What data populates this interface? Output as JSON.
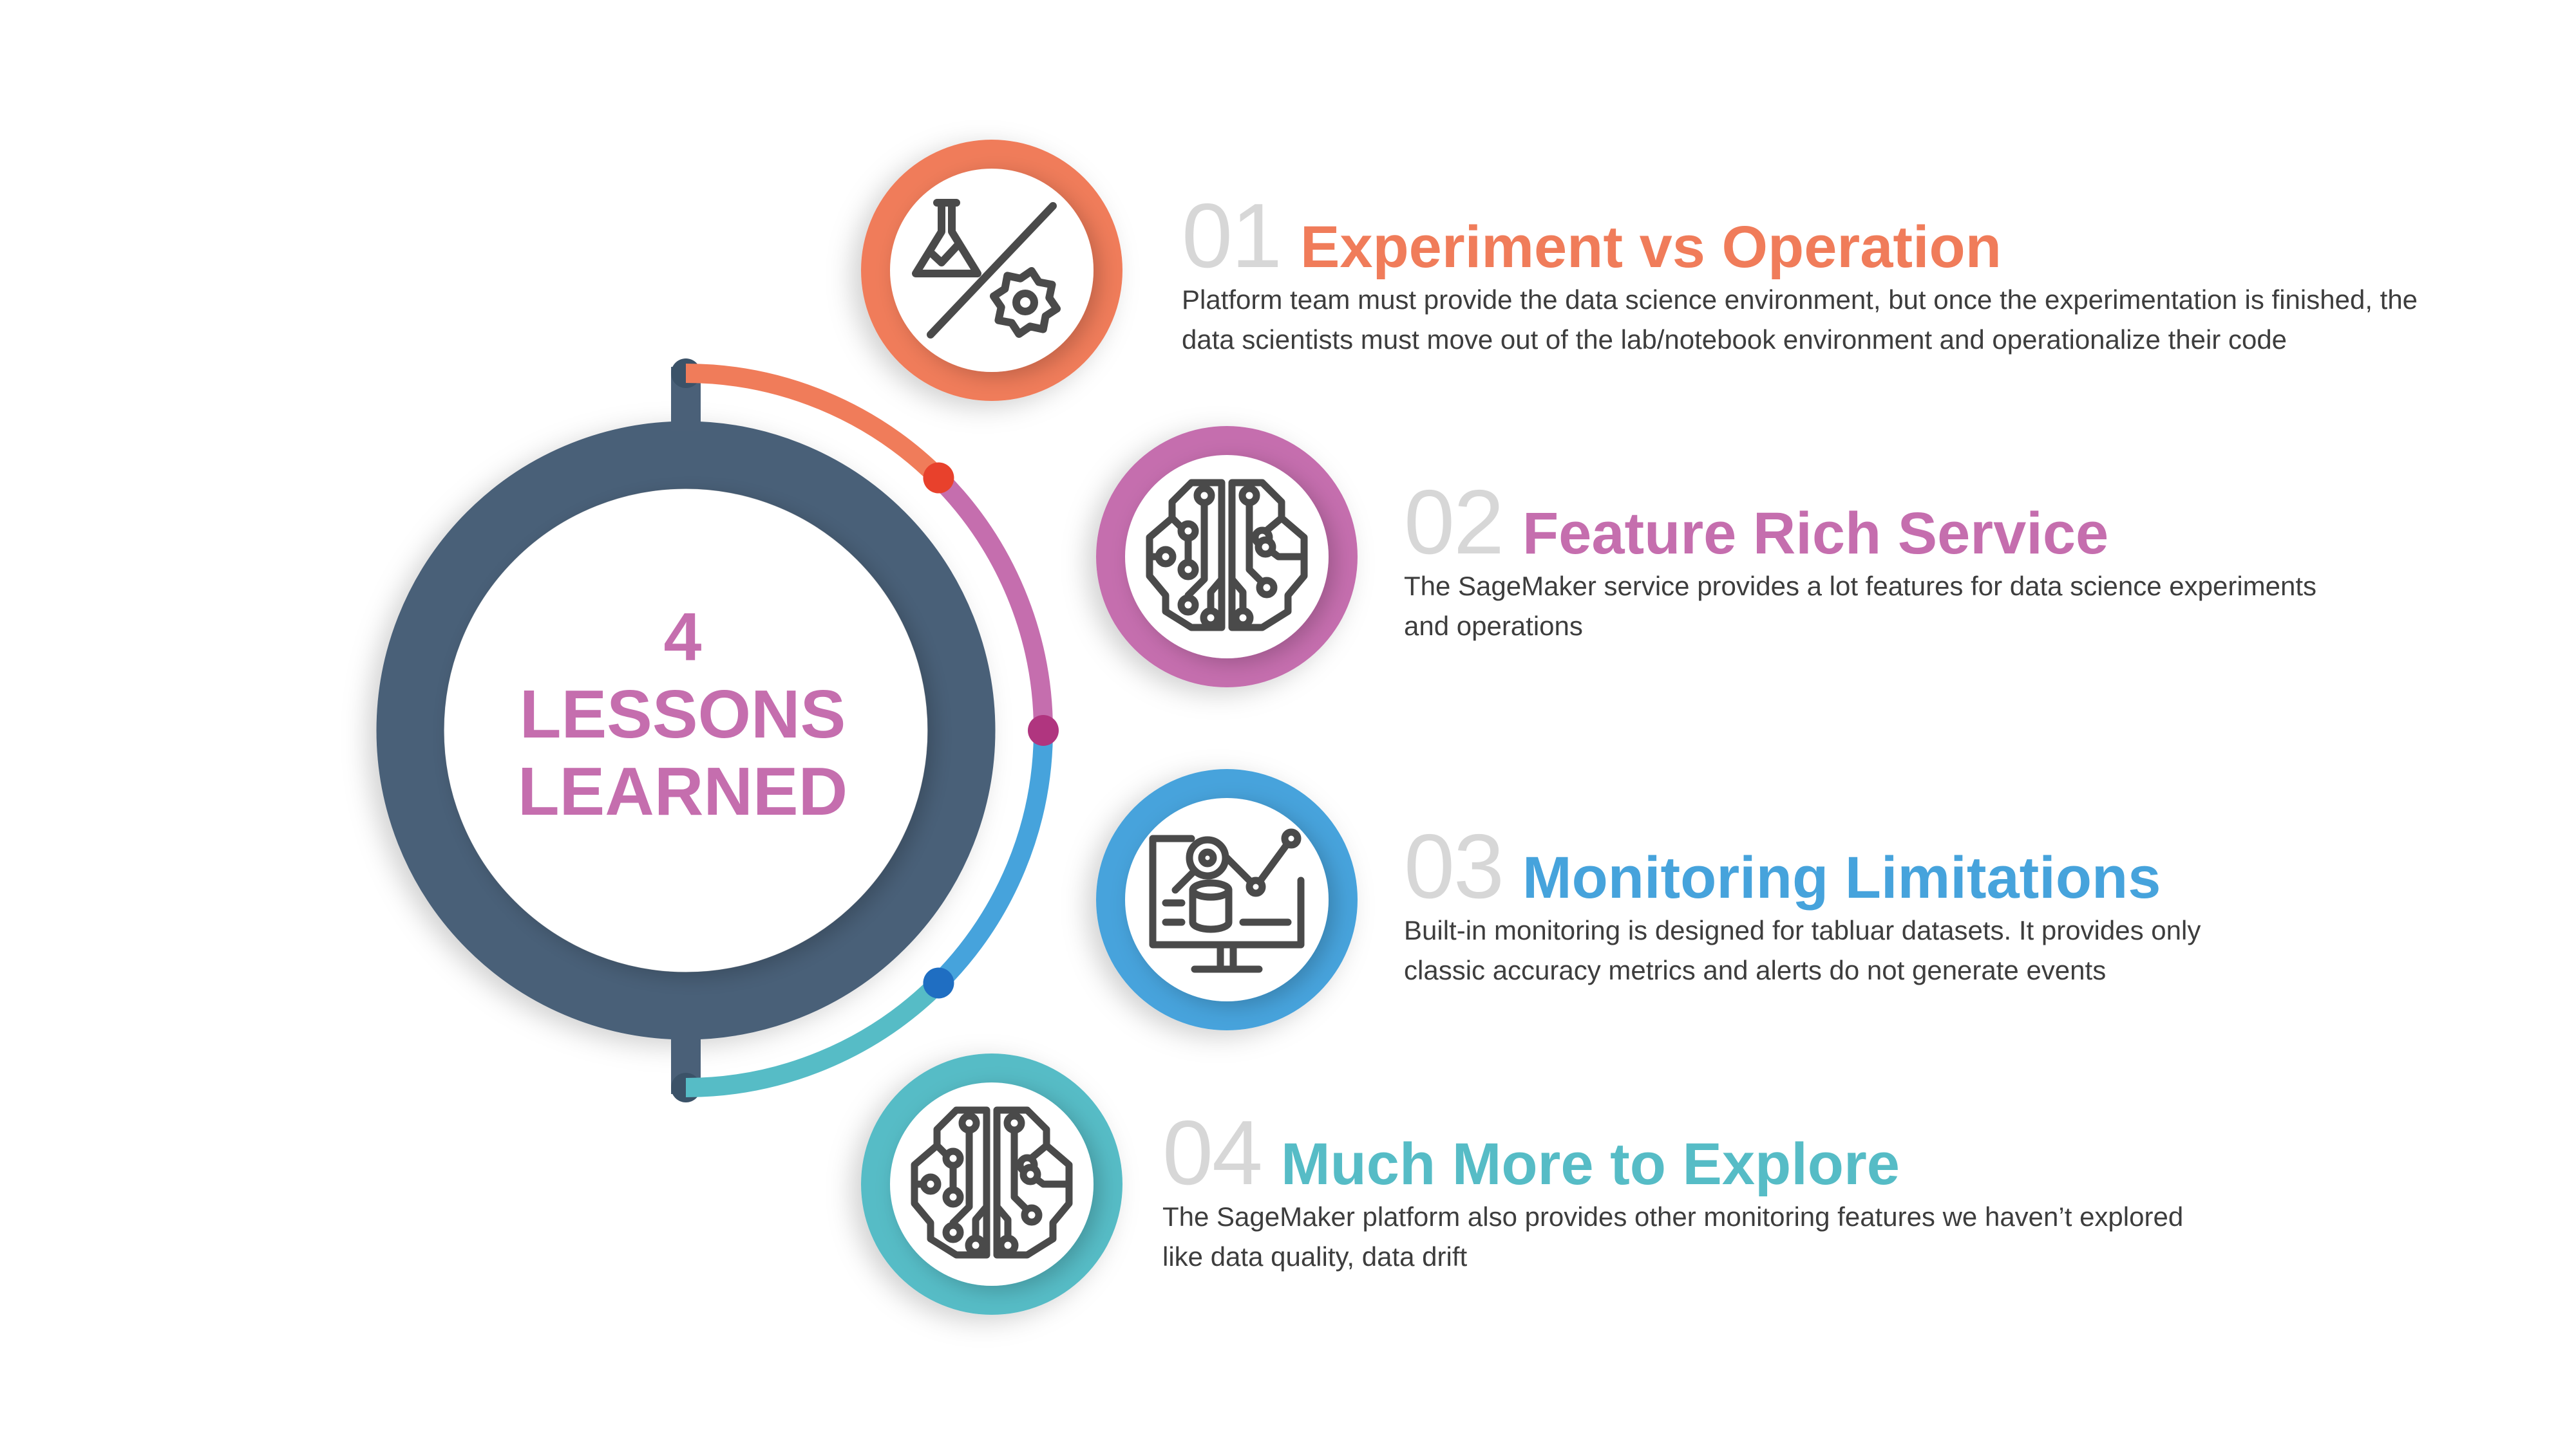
{
  "center": {
    "line1": "4",
    "line2": "LESSONS",
    "line3": "LEARNED"
  },
  "items": [
    {
      "number": "01",
      "title": "Experiment vs Operation",
      "description": "Platform team must provide the data science environment, but once the experimentation is finished, the data scientists must move out of the lab/notebook environment and operationalize their code",
      "color": "#f07c5a",
      "icon": "flask-gear-icon"
    },
    {
      "number": "02",
      "title": "Feature Rich Service",
      "description": "The SageMaker service provides a lot features for data science experiments and operations",
      "color": "#c56eae",
      "icon": "circuit-brain-icon"
    },
    {
      "number": "03",
      "title": "Monitoring Limitations",
      "description": "Built-in monitoring is designed for tabluar datasets. It provides only classic accuracy metrics and alerts do not generate events",
      "color": "#46a3dc",
      "icon": "monitor-analytics-icon"
    },
    {
      "number": "04",
      "title": "Much More to Explore",
      "description": "The SageMaker platform also provides other monitoring features we haven’t explored like data quality, data drift",
      "color": "#56bcc6",
      "icon": "circuit-brain-icon"
    }
  ],
  "colors": {
    "ring": "#4a6078",
    "accent_text": "#c56eae",
    "number_gray": "#d7d7d7"
  }
}
